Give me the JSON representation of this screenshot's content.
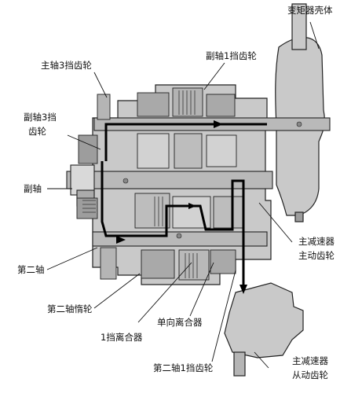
{
  "labels": {
    "converter_housing": "变矩器壳体",
    "main_gear3": "主轴3挡齿轮",
    "counter_gear1": "副轴1挡齿轮",
    "counter_gear3_line1": "副轴3挡",
    "counter_gear3_line2": "齿轮",
    "countershaft": "副轴",
    "final_drive_line1": "主减速器",
    "final_drive_line2": "主动齿轮",
    "second_shaft": "第二轴",
    "second_idler": "第二轴惰轮",
    "oneway_clutch": "单向离合器",
    "first_clutch": "1挡离合器",
    "second_gear1": "第二轴1挡齿轮",
    "final_driven_line1": "主减速器",
    "final_driven_line2": "从动齿轮"
  },
  "colors": {
    "housing": "#c9c9c9",
    "housing_dark": "#9d9d9d",
    "outline": "#222222",
    "flow": "#000000"
  }
}
